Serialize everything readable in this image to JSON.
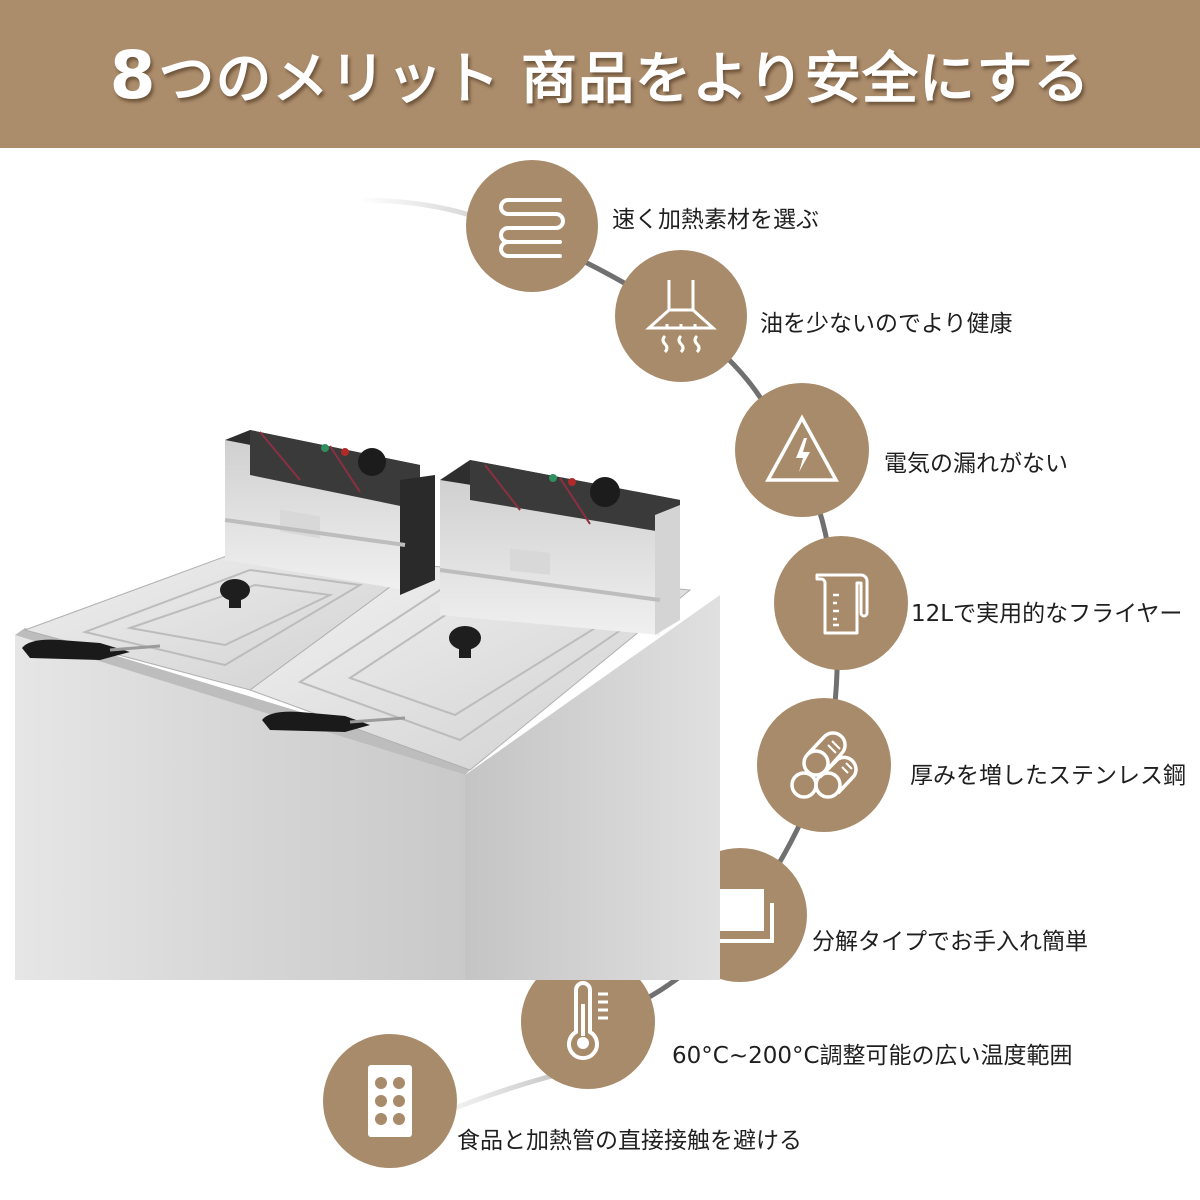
{
  "banner": {
    "number": "8",
    "title_rest": "つのメリット 商品をより安全にする",
    "background_color": "#ab8c6b"
  },
  "accent": {
    "circle_color": "#a88b6a",
    "line_dark": "#707070",
    "line_light": "#e4e4e4"
  },
  "features": [
    {
      "icon": "heating-coil-icon",
      "label": "速く加熱素材を選ぶ"
    },
    {
      "icon": "range-hood-icon",
      "label": "油を少ないのでより健康"
    },
    {
      "icon": "electric-warning-icon",
      "label": "電気の漏れがない"
    },
    {
      "icon": "measuring-jug-icon",
      "label": "12Lで実用的なフライヤー"
    },
    {
      "icon": "steel-pipes-icon",
      "label": "厚みを増したステンレス鋼"
    },
    {
      "icon": "removable-tank-icon",
      "label": "分解タイプでお手入れ簡単"
    },
    {
      "icon": "thermometer-icon",
      "label": "60°C~200°C調整可能の広い温度範囲"
    },
    {
      "icon": "heating-plate-icon",
      "label": "食品と加熱管の直接接触を避ける"
    }
  ],
  "product_image": {
    "description": "double tank stainless steel electric deep fryer"
  }
}
